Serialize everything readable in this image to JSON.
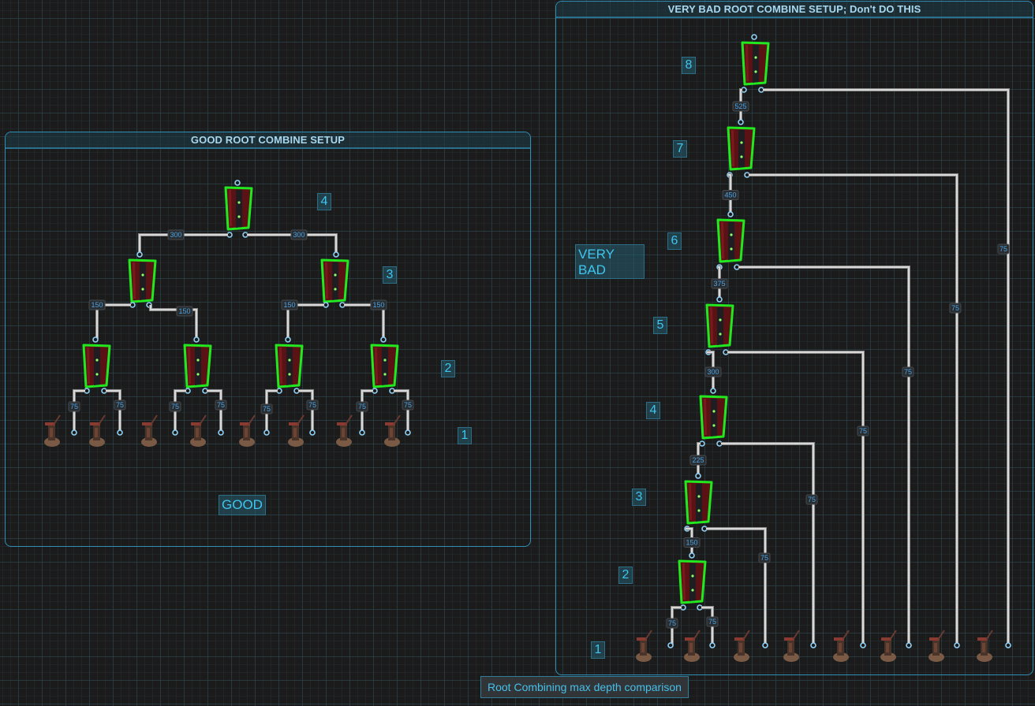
{
  "diagram": {
    "caption": "Root Combining max depth comparison",
    "good": {
      "title": "GOOD ROOT COMBINE SETUP",
      "comment": "GOOD",
      "depth_labels": [
        "4",
        "3",
        "2",
        "1"
      ],
      "combiners": 7,
      "resources": 8,
      "edge_labels": {
        "level4_to_3": [
          "300",
          "300"
        ],
        "level3_to_2": [
          "150",
          "150",
          "150",
          "150"
        ],
        "level2_to_1": [
          "75",
          "75",
          "75",
          "75",
          "75",
          "75",
          "75",
          "75"
        ]
      }
    },
    "bad": {
      "title": "VERY BAD ROOT COMBINE SETUP; Don't DO THIS",
      "comment": "VERY BAD",
      "depth_labels": [
        "8",
        "7",
        "6",
        "5",
        "4",
        "3",
        "2",
        "1"
      ],
      "combiners": 7,
      "resources": 8,
      "chain_labels": [
        "525",
        "450",
        "375",
        "300",
        "225",
        "150"
      ],
      "leaf_labels": [
        "75",
        "75",
        "75",
        "75",
        "75",
        "75",
        "75",
        "75"
      ]
    },
    "icons": {
      "combiner": "root-combine-node-icon",
      "resource": "resource-pickup-icon",
      "socket": "connection-socket-icon"
    },
    "colors": {
      "node_outline": "#22e81f",
      "wire": "#d8d8d8",
      "label_text": "#4aa3e6",
      "frame": "#2f8fb6",
      "comment_text": "#3fc5f0"
    }
  }
}
